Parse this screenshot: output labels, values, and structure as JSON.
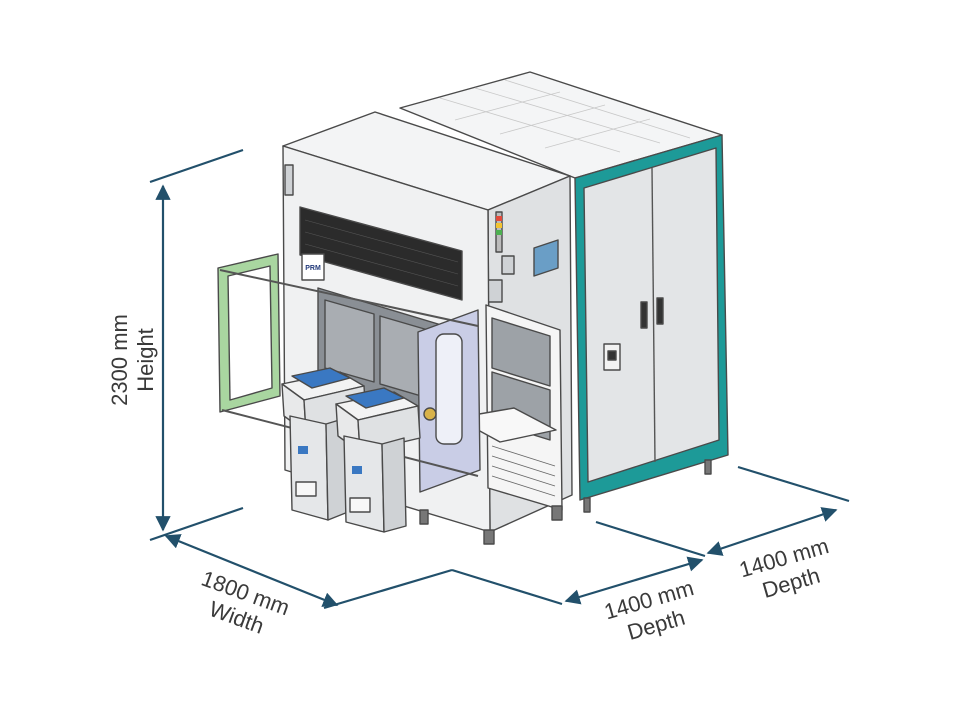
{
  "diagram": {
    "subject": "Automated machine enclosure with side electrical cabinet",
    "machine_badge": "PRM",
    "colors": {
      "accent_teal": "#1d9a98",
      "dimension_line": "#22506b",
      "frame_green": "#a9d6a0",
      "outline": "#4a4a4a",
      "panel_light": "#eef0f2",
      "panel_gray": "#d8dadc",
      "dark_grille": "#2b2b2b",
      "screen_blue": "#6a9ec6",
      "door_lilac": "#c9cde6"
    },
    "dimensions": {
      "height": {
        "value": "2300 mm",
        "label": "Height"
      },
      "width": {
        "value": "1800 mm",
        "label": "Width"
      },
      "depth_front": {
        "value": "1400 mm",
        "label": "Depth"
      },
      "depth_rear": {
        "value": "1400 mm",
        "label": "Depth"
      }
    }
  }
}
